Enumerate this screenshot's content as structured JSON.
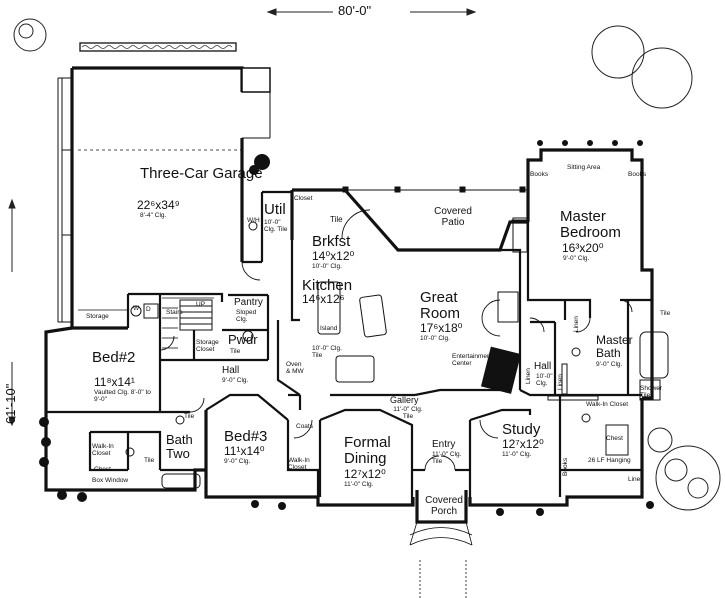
{
  "dimensions": {
    "width": "80'-0\"",
    "depth": "61'-10\""
  },
  "rooms": {
    "garage": {
      "name": "Three-Car Garage",
      "size": "22⁶x34⁹",
      "note": "8'-4\" Clg."
    },
    "util": {
      "name": "Util",
      "note": "10'-0\" Clg. Tile"
    },
    "closet_garage": "Closet",
    "brkfst": {
      "name": "Brkfst",
      "size": "14⁰x12⁰",
      "note": "10'-0\" Clg."
    },
    "covered_patio": {
      "name": "Covered Patio"
    },
    "tile_label": "Tile",
    "master_bedroom": {
      "name": "Master Bedroom",
      "size": "16³x20⁰",
      "note": "9'-0\" Clg."
    },
    "sitting_area": "Sitting Area",
    "books": "Books",
    "kitchen": {
      "name": "Kitchen",
      "size": "14⁶x12⁶",
      "note": "10'-0\" Clg. Tile"
    },
    "island": "Island",
    "pantry": {
      "name": "Pantry",
      "note": "Sloped Clg."
    },
    "great_room": {
      "name": "Great Room",
      "size": "17⁶x18⁰",
      "note": "10'-0\" Clg."
    },
    "entertainment": "Entertainment Center",
    "bed2": {
      "name": "Bed#2",
      "size": "11⁸x14¹",
      "note": "Vaulted Clg. 8'-0\" to 9'-0\""
    },
    "storage": "Storage",
    "stairs": "Stairs",
    "up": "UP",
    "storage_closet": "Storage Closet",
    "pwdr": {
      "name": "Pwdr",
      "note": "Tile"
    },
    "hall_left": {
      "name": "Hall",
      "note": "9'-0\" Clg."
    },
    "oven_mw": "Oven & MW",
    "hall_right": {
      "name": "Hall",
      "note": "10'-0\" Clg."
    },
    "linen": "Linen",
    "master_bath": {
      "name": "Master Bath",
      "note": "9'-0\" Clg."
    },
    "shower": "Shower Tile",
    "gallery": {
      "name": "Gallery",
      "note": "11'-0\" Clg. Tile"
    },
    "walk_in_closet_master": "Walk-In Closet",
    "hanging": "26 LF Hanging",
    "chest": "Chest",
    "bed3": {
      "name": "Bed#3",
      "size": "11¹x14⁰",
      "note": "9'-0\" Clg."
    },
    "coats": "Coats",
    "bath_two": {
      "name": "Bath Two"
    },
    "walk_in_closet_left": "Walk-In Closet",
    "walk_in_closet_bed3": "Walk-In Closet",
    "box_window": "Box Window",
    "formal_dining": {
      "name": "Formal Dining",
      "size": "12⁷x12⁰",
      "note": "11'-0\" Clg."
    },
    "entry": {
      "name": "Entry",
      "note": "11'-0\" Clg. Tile"
    },
    "study": {
      "name": "Study",
      "size": "12⁷x12⁰",
      "note": "11'-0\" Clg."
    },
    "covered_porch": {
      "name": "Covered Porch"
    },
    "wh": "W/H",
    "w": "W",
    "dryer": "D",
    "clg": "Clg."
  }
}
